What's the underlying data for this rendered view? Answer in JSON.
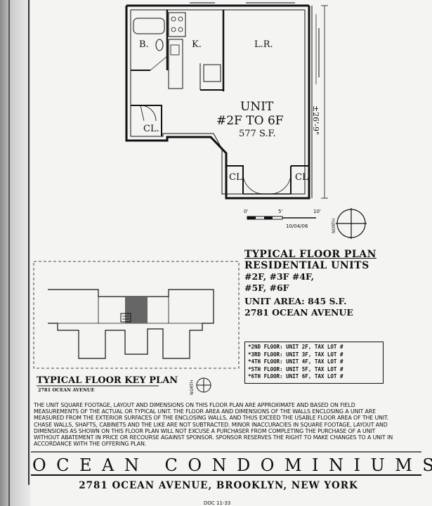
{
  "plan": {
    "rooms": {
      "bath": "B.",
      "kitchen": "K.",
      "living": "L.R.",
      "closet_left": "CL.",
      "closet_mid": "CL.",
      "closet_right": "CL."
    },
    "unit_label": "UNIT",
    "unit_range": "#2F TO 6F",
    "unit_area": "577 S.F.",
    "dimension": "±26'-9\"",
    "scale": {
      "zero": "0'",
      "five": "5'",
      "ten": "10'"
    },
    "date": "10/04/06",
    "north": "NORTH"
  },
  "title_block": {
    "line1": "TYPICAL FLOOR PLAN",
    "line2": "RESIDENTIAL UNITS",
    "line3": "#2F,  #3F  #4F,",
    "line4": "#5F,  #6F",
    "line5": "UNIT AREA: 845 S.F.",
    "line6": "2781 OCEAN AVENUE"
  },
  "key_plan": {
    "title": "TYPICAL FLOOR KEY PLAN",
    "subtitle": "2781 OCEAN AVENUE",
    "north": "NORTH"
  },
  "floors": [
    "*2ND FLOOR: UNIT 2F, TAX LOT #",
    "*3RD FLOOR: UNIT 3F, TAX LOT #",
    "*4TH FLOOR: UNIT 4F, TAX LOT #",
    "*5TH FLOOR: UNIT 5F, TAX LOT #",
    "*6TH FLOOR: UNIT 6F, TAX LOT #"
  ],
  "disclaimer": "THE UNIT SQUARE FOOTAGE, LAYOUT AND DIMENSIONS ON THIS FLOOR PLAN ARE APPROXIMATE AND BASED ON FIELD MEASUREMENTS OF THE ACTUAL OR TYPICAL UNIT. THE FLOOR AREA AND DIMENSIONS OF THE WALLS ENCLOSING A UNIT ARE MEASURED FROM THE EXTERIOR SURFACES OF THE ENCLOSING WALLS, AND THUS EXCEED THE USABLE FLOOR AREA OF THE UNIT. CHASE WALLS, SHAFTS, CABINETS AND THE LIKE ARE NOT SUBTRACTED. MINOR INACCURACIES IN SQUARE FOOTAGE, LAYOUT AND DIMENSIONS AS SHOWN ON THIS FLOOR PLAN WILL NOT EXCUSE A PURCHASER FROM COMPLETING THE PURCHASE OF A UNIT WITHOUT ABATEMENT IN PRICE OR RECOURSE AGAINST SPONSOR. SPONSOR RESERVES THE RIGHT TO MAKE CHANGES TO A UNIT IN ACCORDANCE WITH THE OFFERING PLAN.",
  "footer": {
    "name": "OCEAN CONDOMINIUMS",
    "address": "2781 OCEAN AVENUE, BROOKLYN, NEW YORK",
    "doc": "DOC 11-33"
  }
}
